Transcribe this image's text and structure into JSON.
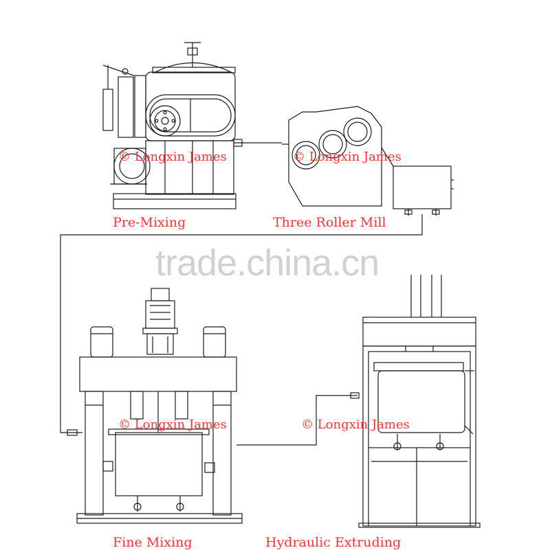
{
  "labels": {
    "pre_mixing": "Pre-Mixing",
    "three_roller_mill": "Three Roller Mill",
    "fine_mixing": "Fine Mixing",
    "hydraulic_extruding": "Hydraulic Extruding"
  },
  "watermarks": {
    "copyright_1": "© Longxin James",
    "copyright_2": "© Longxin James",
    "copyright_3": "© Longxin James",
    "copyright_4": "© Longxin James",
    "site": "trade.china.cn"
  },
  "colors": {
    "line": "#1a1a1a",
    "label": "#ff3333",
    "watermark": "#c9c9c9",
    "background": "#ffffff"
  }
}
